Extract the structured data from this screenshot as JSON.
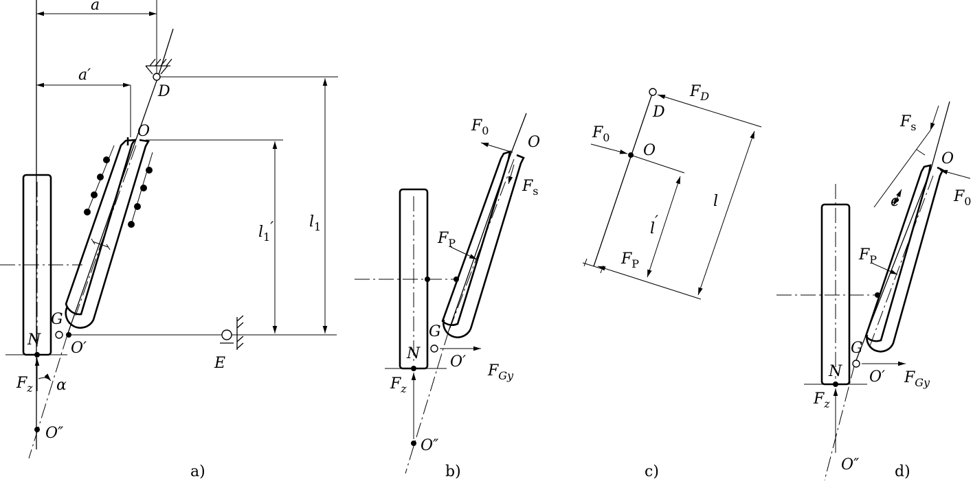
{
  "labels": {
    "a": "a",
    "a_prime": "a′",
    "D": "D",
    "O": "O",
    "G": "G",
    "N": "N",
    "O_prime": "O′",
    "O_dprime": "O″",
    "E": "E",
    "F": "F",
    "z": "z",
    "alpha": "α",
    "l": "l",
    "sub_1": "1",
    "prime": "′",
    "sub_0": "0",
    "sub_s": "s",
    "sub_P": "P",
    "sub_Gy": "Gy",
    "sub_D": "D",
    "e": "e"
  },
  "captions": {
    "a": "a)",
    "b": "b)",
    "c": "c)",
    "d": "d)"
  }
}
